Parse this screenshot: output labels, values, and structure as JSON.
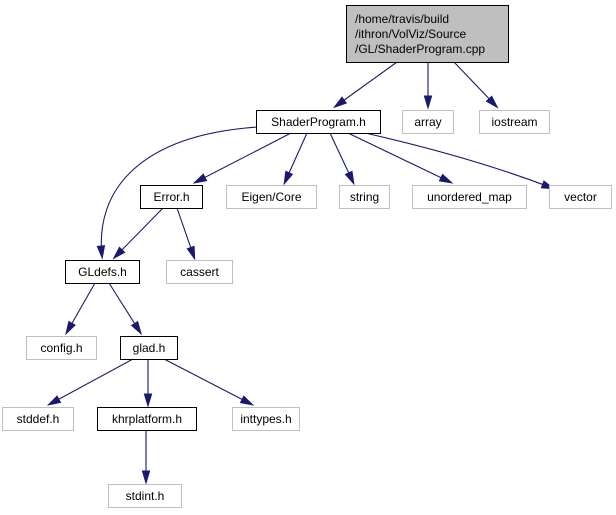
{
  "diagram": {
    "colors": {
      "edge": "#191970",
      "root_fill": "#bfbfbf",
      "root_border": "#000000",
      "local_border": "#000000",
      "external_border": "#bfbfbf",
      "external_text": "#404040",
      "local_fill": "#ffffff"
    },
    "nodes": [
      {
        "id": "root",
        "kind": "root",
        "lines": [
          "/home/travis/build",
          "/ithron/VolViz/Source",
          "/GL/ShaderProgram.cpp"
        ]
      },
      {
        "id": "shaderprogram_h",
        "kind": "local",
        "lines": [
          "ShaderProgram.h"
        ]
      },
      {
        "id": "array",
        "kind": "external",
        "lines": [
          "array"
        ]
      },
      {
        "id": "iostream",
        "kind": "external",
        "lines": [
          "iostream"
        ]
      },
      {
        "id": "error_h",
        "kind": "local",
        "lines": [
          "Error.h"
        ]
      },
      {
        "id": "eigen_core",
        "kind": "external",
        "lines": [
          "Eigen/Core"
        ]
      },
      {
        "id": "string",
        "kind": "external",
        "lines": [
          "string"
        ]
      },
      {
        "id": "unordered_map",
        "kind": "external",
        "lines": [
          "unordered_map"
        ]
      },
      {
        "id": "vector",
        "kind": "external",
        "lines": [
          "vector"
        ]
      },
      {
        "id": "gldefs_h",
        "kind": "local",
        "lines": [
          "GLdefs.h"
        ]
      },
      {
        "id": "cassert",
        "kind": "external",
        "lines": [
          "cassert"
        ]
      },
      {
        "id": "config_h",
        "kind": "external",
        "lines": [
          "config.h"
        ]
      },
      {
        "id": "glad_h",
        "kind": "local",
        "lines": [
          "glad.h"
        ]
      },
      {
        "id": "stddef_h",
        "kind": "external",
        "lines": [
          "stddef.h"
        ]
      },
      {
        "id": "khrplatform_h",
        "kind": "local",
        "lines": [
          "khrplatform.h"
        ]
      },
      {
        "id": "inttypes_h",
        "kind": "external",
        "lines": [
          "inttypes.h"
        ]
      },
      {
        "id": "stdint_h",
        "kind": "external",
        "lines": [
          "stdint.h"
        ]
      }
    ],
    "edges": [
      {
        "from": "root",
        "to": "shaderprogram_h"
      },
      {
        "from": "root",
        "to": "array"
      },
      {
        "from": "root",
        "to": "iostream"
      },
      {
        "from": "shaderprogram_h",
        "to": "error_h"
      },
      {
        "from": "shaderprogram_h",
        "to": "eigen_core"
      },
      {
        "from": "shaderprogram_h",
        "to": "string"
      },
      {
        "from": "shaderprogram_h",
        "to": "unordered_map"
      },
      {
        "from": "shaderprogram_h",
        "to": "vector"
      },
      {
        "from": "shaderprogram_h",
        "to": "gldefs_h"
      },
      {
        "from": "error_h",
        "to": "gldefs_h"
      },
      {
        "from": "error_h",
        "to": "cassert"
      },
      {
        "from": "gldefs_h",
        "to": "config_h"
      },
      {
        "from": "gldefs_h",
        "to": "glad_h"
      },
      {
        "from": "glad_h",
        "to": "stddef_h"
      },
      {
        "from": "glad_h",
        "to": "khrplatform_h"
      },
      {
        "from": "glad_h",
        "to": "inttypes_h"
      },
      {
        "from": "khrplatform_h",
        "to": "stdint_h"
      }
    ]
  }
}
